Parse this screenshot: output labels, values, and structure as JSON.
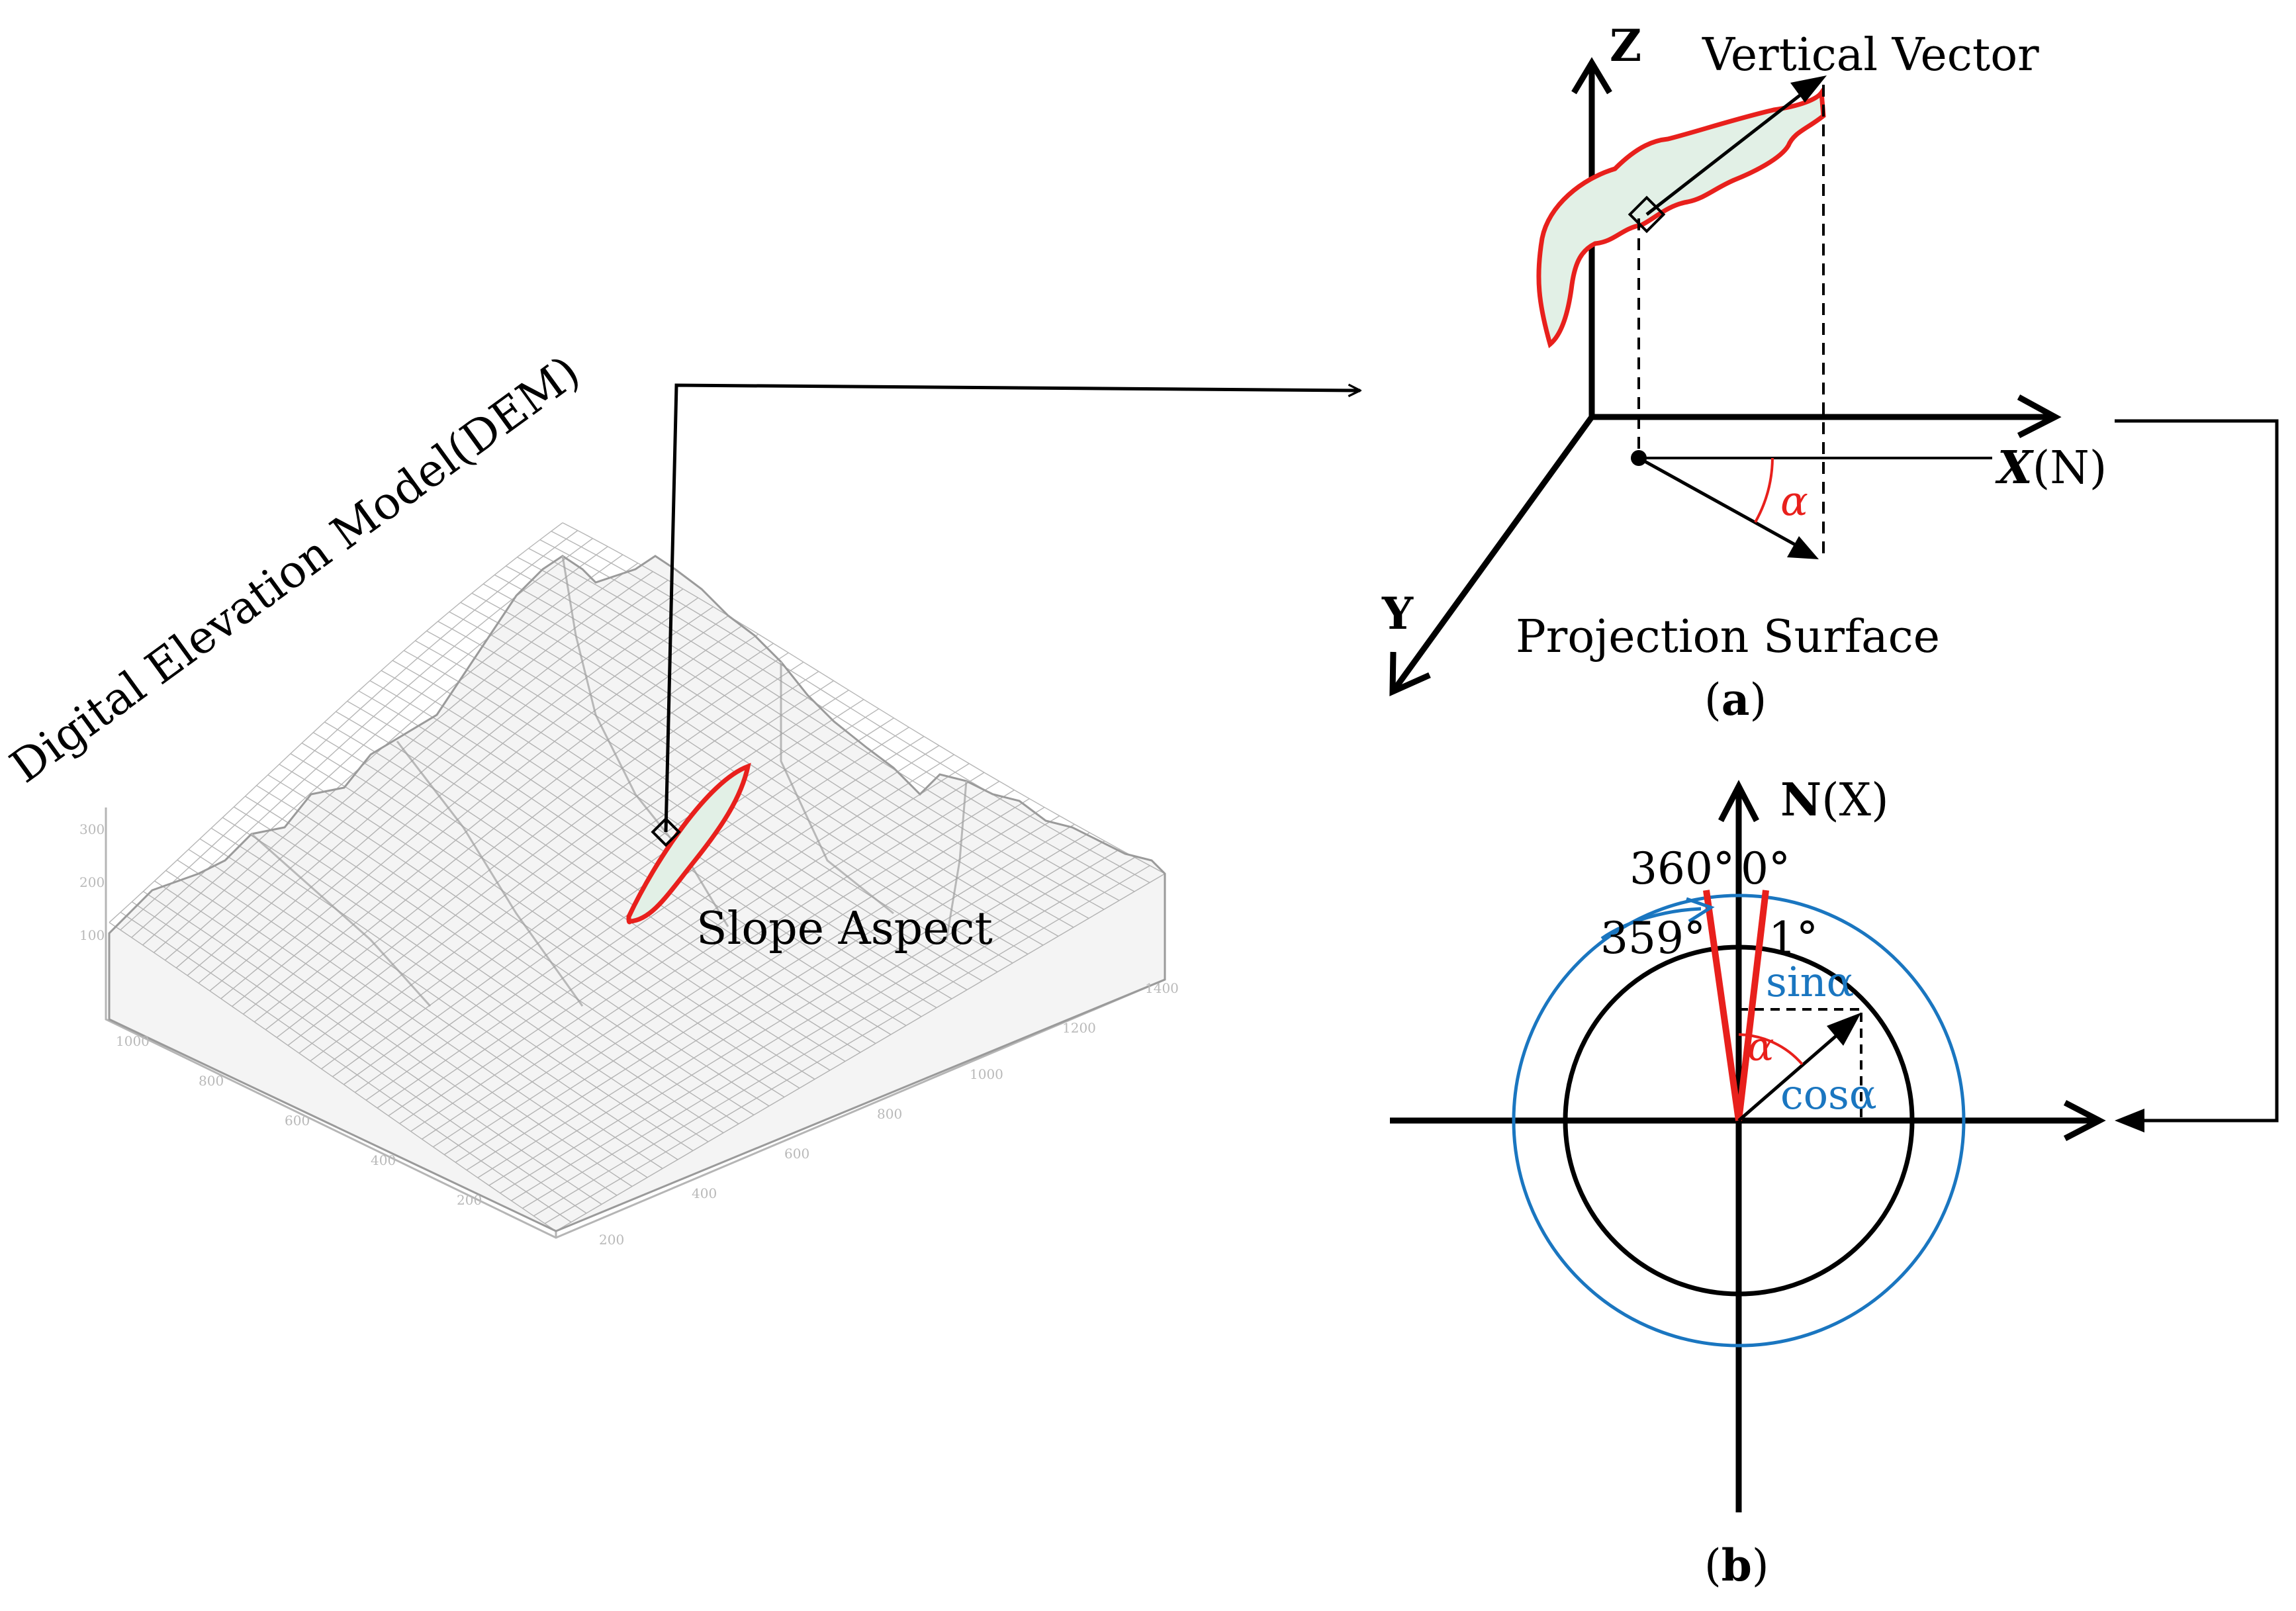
{
  "dem": {
    "title": "Digital Elevation Model(DEM)",
    "slope_aspect_label": "Slope Aspect",
    "z_ticks": [
      "300",
      "200",
      "100"
    ],
    "x_ticks": [
      "200",
      "400",
      "600",
      "800",
      "1000",
      "1200",
      "1400"
    ],
    "y_ticks": [
      "200",
      "400",
      "600",
      "800",
      "1000"
    ]
  },
  "panel_a": {
    "z_label": "Z",
    "vertical_vector_label": "Vertical Vector",
    "x_label_main": "X",
    "x_label_paren": "(N)",
    "y_label": "Y",
    "alpha_label": "α",
    "projection_label": "Projection Surface",
    "caption_open": "(",
    "caption_letter": "a",
    "caption_close": ")"
  },
  "panel_b": {
    "north_label_main": "N",
    "north_label_paren": "(X)",
    "deg_360": "360°",
    "deg_0": "0°",
    "deg_359": "359°",
    "deg_1": "1°",
    "sin_label": "sinα",
    "cos_label": "cosα",
    "alpha_label": "α",
    "caption_open": "(",
    "caption_letter": "b",
    "caption_close": ")"
  },
  "colors": {
    "red_outline": "#e8201c",
    "blue_circle": "#1a76c0",
    "patch_fill": "#e2f0e6",
    "mesh": "#8a8a8a",
    "ink": "#000000"
  }
}
